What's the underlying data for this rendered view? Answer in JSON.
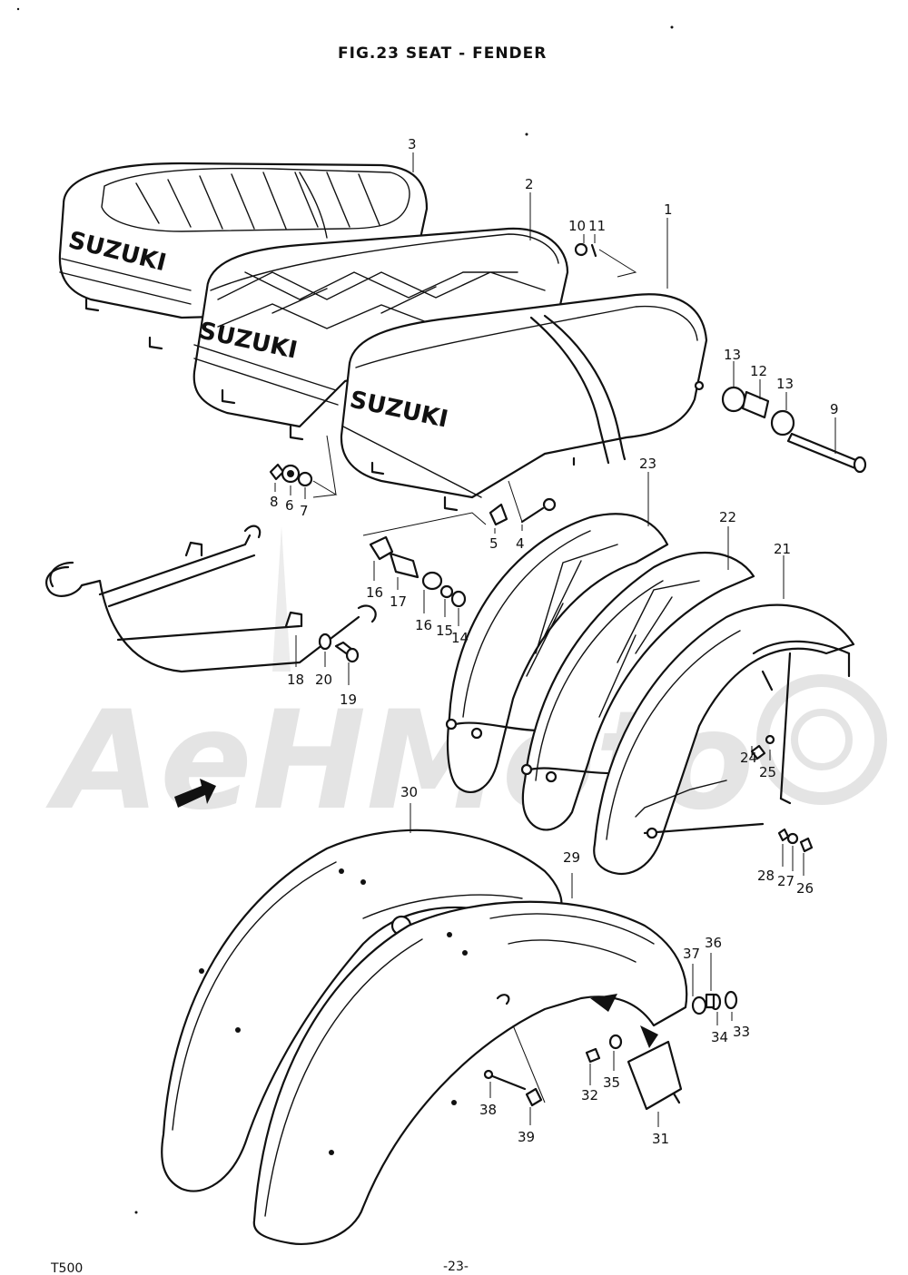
{
  "title": "FIG.23  SEAT - FENDER",
  "footer": {
    "model": "T500",
    "page": "-23-"
  },
  "brand_text": "SUZUKI",
  "watermark": "AeHMoto",
  "colors": {
    "ink": "#111111",
    "paper": "#ffffff",
    "watermark": "#e4e4e4"
  },
  "parts": {
    "seat": [
      "1",
      "2",
      "3"
    ],
    "seat_hardware": [
      "4",
      "5",
      "6",
      "7",
      "8",
      "9",
      "10",
      "11",
      "12",
      "13"
    ],
    "seat_frame": [
      "14",
      "15",
      "16",
      "17",
      "18",
      "19",
      "20"
    ],
    "front_fenders": [
      "21",
      "22",
      "23",
      "24",
      "25",
      "26",
      "27",
      "28"
    ],
    "rear_fenders": [
      "29",
      "30",
      "31",
      "32",
      "33",
      "34",
      "35",
      "36",
      "37",
      "38",
      "39"
    ]
  },
  "labels": {
    "p1": "1",
    "p2": "2",
    "p3": "3",
    "p4": "4",
    "p5": "5",
    "p6": "6",
    "p7": "7",
    "p8": "8",
    "p9": "9",
    "p10": "10",
    "p11": "11",
    "p12": "12",
    "p13a": "13",
    "p13b": "13",
    "p14": "14",
    "p15": "15",
    "p16a": "16",
    "p16b": "16",
    "p17": "17",
    "p18": "18",
    "p19": "19",
    "p20": "20",
    "p21": "21",
    "p22": "22",
    "p23": "23",
    "p24": "24",
    "p25": "25",
    "p26": "26",
    "p27": "27",
    "p28": "28",
    "p29": "29",
    "p30": "30",
    "p31": "31",
    "p32": "32",
    "p33": "33",
    "p34": "34",
    "p35": "35",
    "p36": "36",
    "p37": "37",
    "p38": "38",
    "p39": "39"
  }
}
